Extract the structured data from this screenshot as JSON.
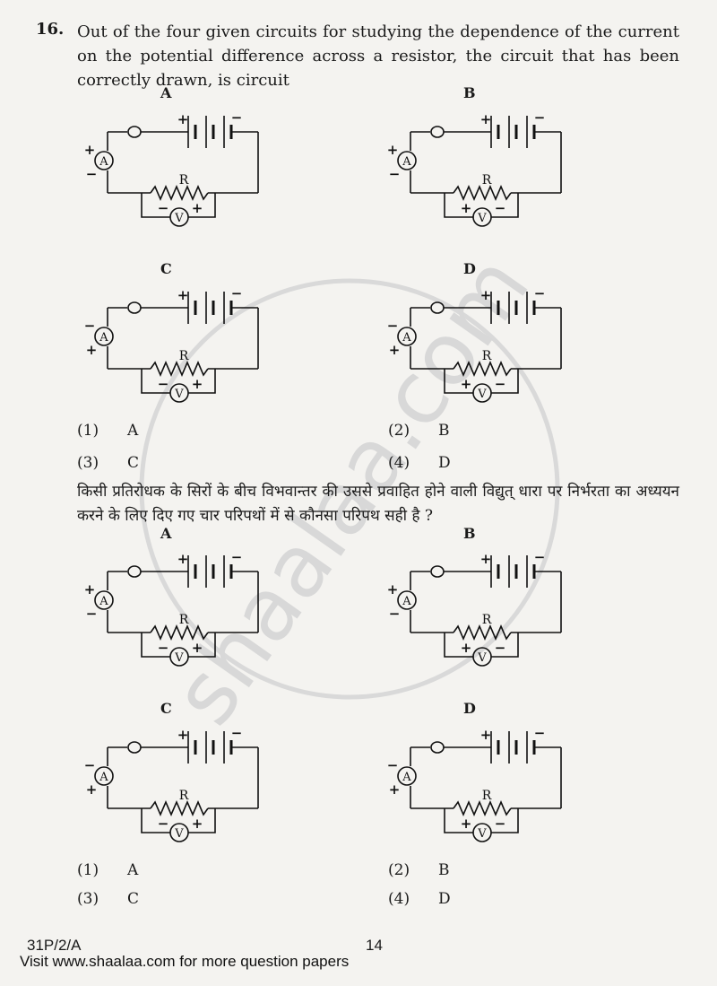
{
  "question": {
    "number": "16.",
    "text_en": "Out of the four given circuits for studying the dependence of the current on the potential difference across a resistor, the circuit that has been correctly drawn, is circuit",
    "text_hi": "किसी प्रतिरोधक के सिरों के बीच विभवान्तर की उससे प्रवाहित होने वाली विद्युत् धारा पर निर्भरता का अध्ययन करने के लिए दिए गए चार परिपथों में से कौनसा परिपथ सही है ?"
  },
  "circuit_labels": [
    "A",
    "B",
    "C",
    "D"
  ],
  "symbols": {
    "ammeter": "A",
    "voltmeter": "V",
    "resistor": "R",
    "plus": "+",
    "minus": "−"
  },
  "circuits": [
    {
      "label": "A",
      "ammeter_top": "+",
      "ammeter_bottom": "−",
      "volt_left": "−",
      "volt_right": "+"
    },
    {
      "label": "B",
      "ammeter_top": "+",
      "ammeter_bottom": "−",
      "volt_left": "+",
      "volt_right": "−"
    },
    {
      "label": "C",
      "ammeter_top": "−",
      "ammeter_bottom": "+",
      "volt_left": "−",
      "volt_right": "+"
    },
    {
      "label": "D",
      "ammeter_top": "−",
      "ammeter_bottom": "+",
      "volt_left": "+",
      "volt_right": "−"
    }
  ],
  "options": [
    {
      "num": "(1)",
      "text": "A"
    },
    {
      "num": "(2)",
      "text": "B"
    },
    {
      "num": "(3)",
      "text": "C"
    },
    {
      "num": "(4)",
      "text": "D"
    }
  ],
  "footer": {
    "code": "31P/2/A",
    "page": "14",
    "visit": "Visit www.shaalaa.com for more question papers"
  },
  "watermark": "shaalaa.com"
}
